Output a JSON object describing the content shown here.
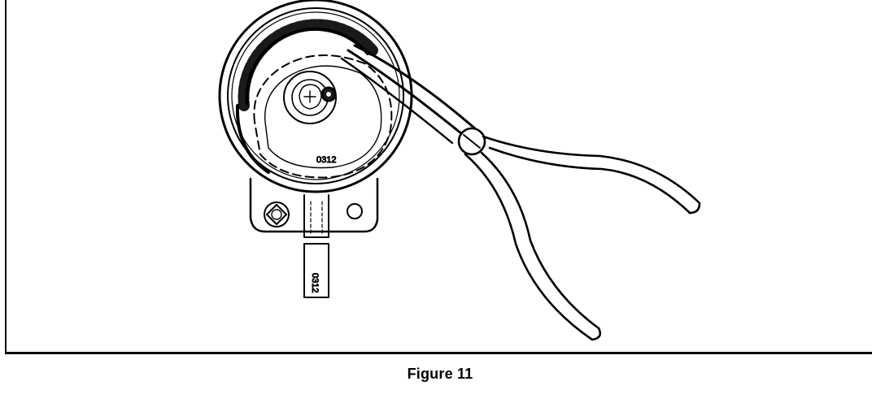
{
  "figure": {
    "caption": "Figure 11",
    "illustration": {
      "subject": "actuator-gear-assembly-with-needle-nose-pliers",
      "part_marking_gear": "0312",
      "part_marking_connector": "0312"
    },
    "colors": {
      "ink": "#000000",
      "paper": "#ffffff"
    }
  }
}
